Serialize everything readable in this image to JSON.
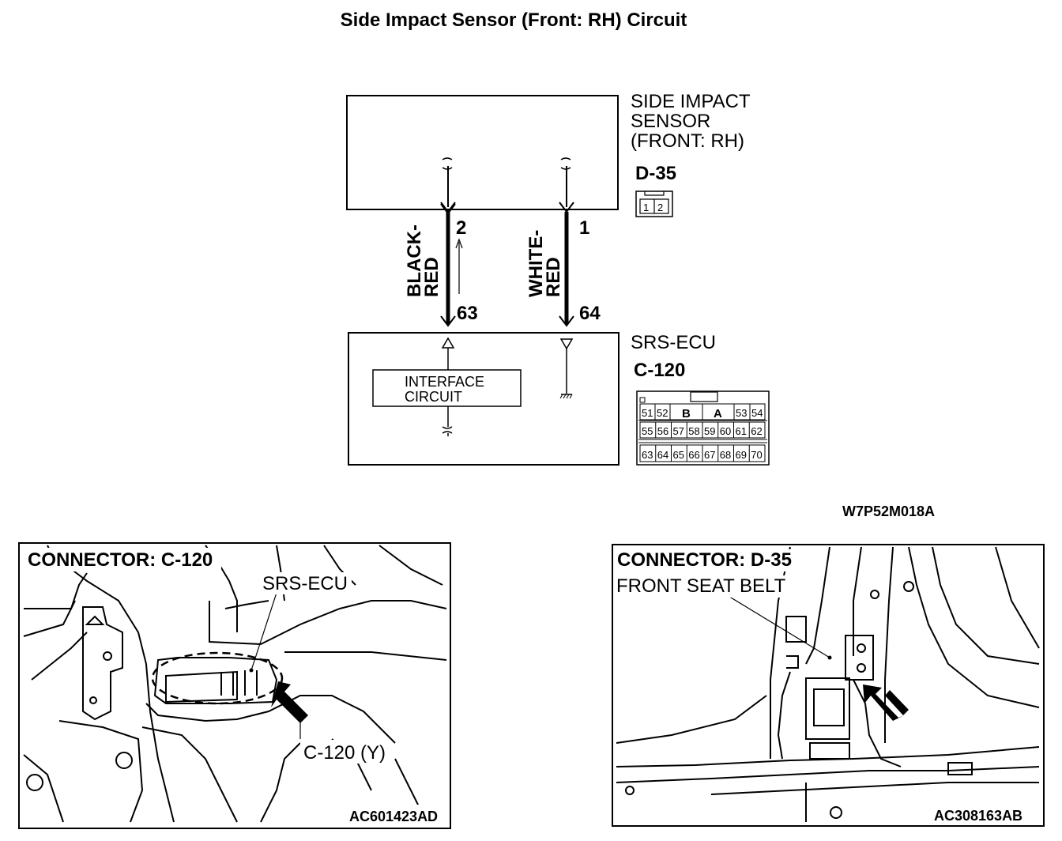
{
  "title": "Side Impact Sensor (Front: RH) Circuit",
  "schematic": {
    "sensor_label": [
      "SIDE IMPACT",
      "SENSOR",
      "(FRONT: RH)"
    ],
    "sensor_connector": "D-35",
    "sensor_connector_pins": [
      "1",
      "2"
    ],
    "wire_left": {
      "pin_top": "2",
      "pin_bottom": "63",
      "color": [
        "BLACK-",
        "RED"
      ]
    },
    "wire_right": {
      "pin_top": "1",
      "pin_bottom": "64",
      "color": [
        "WHITE-",
        "RED"
      ]
    },
    "ecu_label": "SRS-ECU",
    "ecu_connector": "C-120",
    "interface_label": [
      "INTERFACE",
      "CIRCUIT"
    ],
    "ecu_pins_row1": [
      "51",
      "52",
      "B",
      "A",
      "53",
      "54"
    ],
    "ecu_pins_row2": [
      "55",
      "56",
      "57",
      "58",
      "59",
      "60",
      "61",
      "62"
    ],
    "ecu_pins_row3": [
      "63",
      "64",
      "65",
      "66",
      "67",
      "68",
      "69",
      "70"
    ],
    "code": "W7P52M018A"
  },
  "photo_left": {
    "heading": "CONNECTOR: C-120",
    "callout_ecu": "SRS-ECU",
    "callout_conn": "C-120 (Y)",
    "code": "AC601423AD"
  },
  "photo_right": {
    "heading": "CONNECTOR: D-35",
    "callout_belt": "FRONT SEAT BELT",
    "code": "AC308163AB"
  }
}
